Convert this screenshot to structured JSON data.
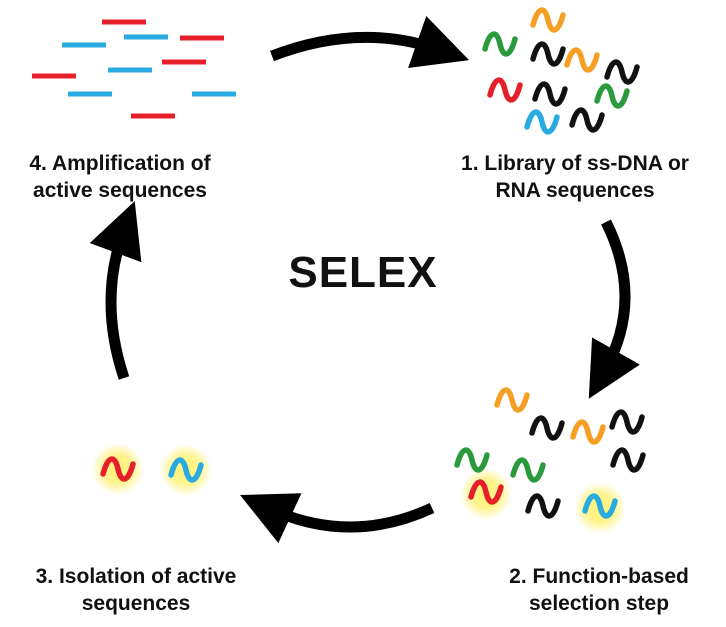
{
  "title": "SELEX",
  "colors": {
    "orange": "#F5A024",
    "black": "#111111",
    "green": "#2A9A3C",
    "red": "#E5202A",
    "blue": "#29ABE2",
    "glow": "#FFF27A",
    "arrow": "#000000"
  },
  "steps": [
    {
      "id": "step-1",
      "lines": [
        "1. Library of ss-DNA or",
        "RNA sequences"
      ]
    },
    {
      "id": "step-2",
      "lines": [
        "2. Function-based",
        "selection step"
      ]
    },
    {
      "id": "step-3",
      "lines": [
        "3. Isolation of active",
        "sequences"
      ]
    },
    {
      "id": "step-4",
      "lines": [
        "4. Amplification of",
        "active sequences"
      ]
    }
  ],
  "library_sequences": [
    "orange",
    "green",
    "black",
    "orange",
    "black",
    "red",
    "black",
    "green",
    "blue",
    "black"
  ],
  "selection_sequences": [
    "orange",
    "black",
    "orange",
    "black",
    "green",
    "green",
    "black",
    "red",
    "black",
    "blue"
  ],
  "selected_binders": [
    "red",
    "blue"
  ],
  "isolated_sequences": [
    "red",
    "blue"
  ],
  "amplified_strands": [
    "red",
    "blue",
    "blue",
    "red",
    "red",
    "blue",
    "red",
    "blue",
    "blue",
    "red"
  ]
}
